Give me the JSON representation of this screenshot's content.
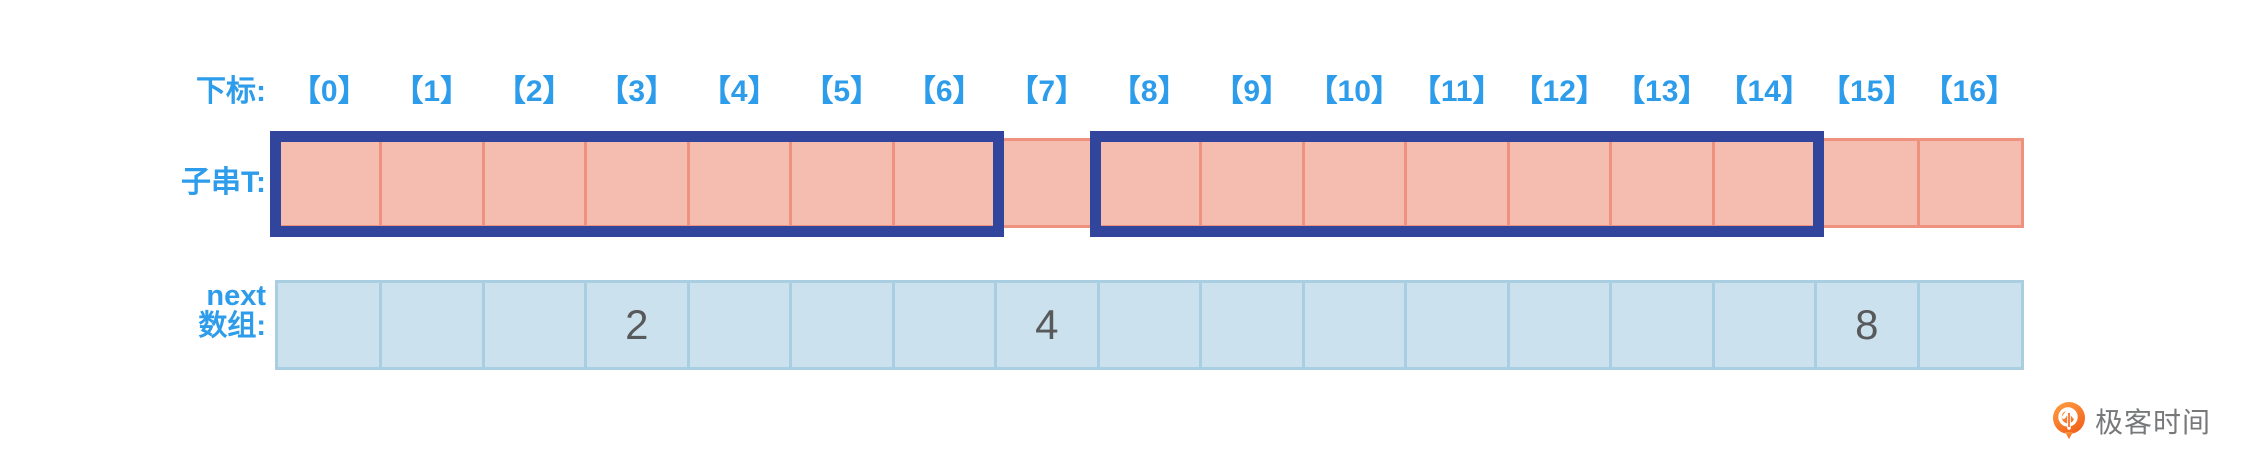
{
  "title": "KMP next array diagram",
  "labels": {
    "index_row": "下标:",
    "substring_row": "子串T:",
    "next_row": "next\n数组:"
  },
  "index_row": {
    "items": [
      "【0】",
      "【1】",
      "【2】",
      "【3】",
      "【4】",
      "【5】",
      "【6】",
      "【7】",
      "【8】",
      "【9】",
      "【10】",
      "【11】",
      "【12】",
      "【13】",
      "【14】",
      "【15】",
      "【16】"
    ]
  },
  "substring_row": {
    "cell_count": 17,
    "highlight_boxes": [
      {
        "start_index": 0,
        "end_index": 6
      },
      {
        "start_index": 8,
        "end_index": 14
      }
    ]
  },
  "next_array": {
    "cell_count": 17,
    "values": [
      "",
      "",
      "",
      "2",
      "",
      "",
      "",
      "4",
      "",
      "",
      "",
      "",
      "",
      "",
      "",
      "8",
      ""
    ]
  },
  "logo": {
    "text": "极客时间",
    "icon": "geektime-flame-icon"
  },
  "colors": {
    "label_blue": "#2D9CEA",
    "highlight_navy": "#30459B",
    "substring_fill": "#F5BDB0",
    "substring_border": "#EF917F",
    "next_fill": "#CBE2EE",
    "next_border": "#A9CEE2",
    "value_gray": "#58595B",
    "logo_text_gray": "#77787A",
    "logo_orange_light": "#FFA044",
    "logo_orange_dark": "#F2641C"
  }
}
